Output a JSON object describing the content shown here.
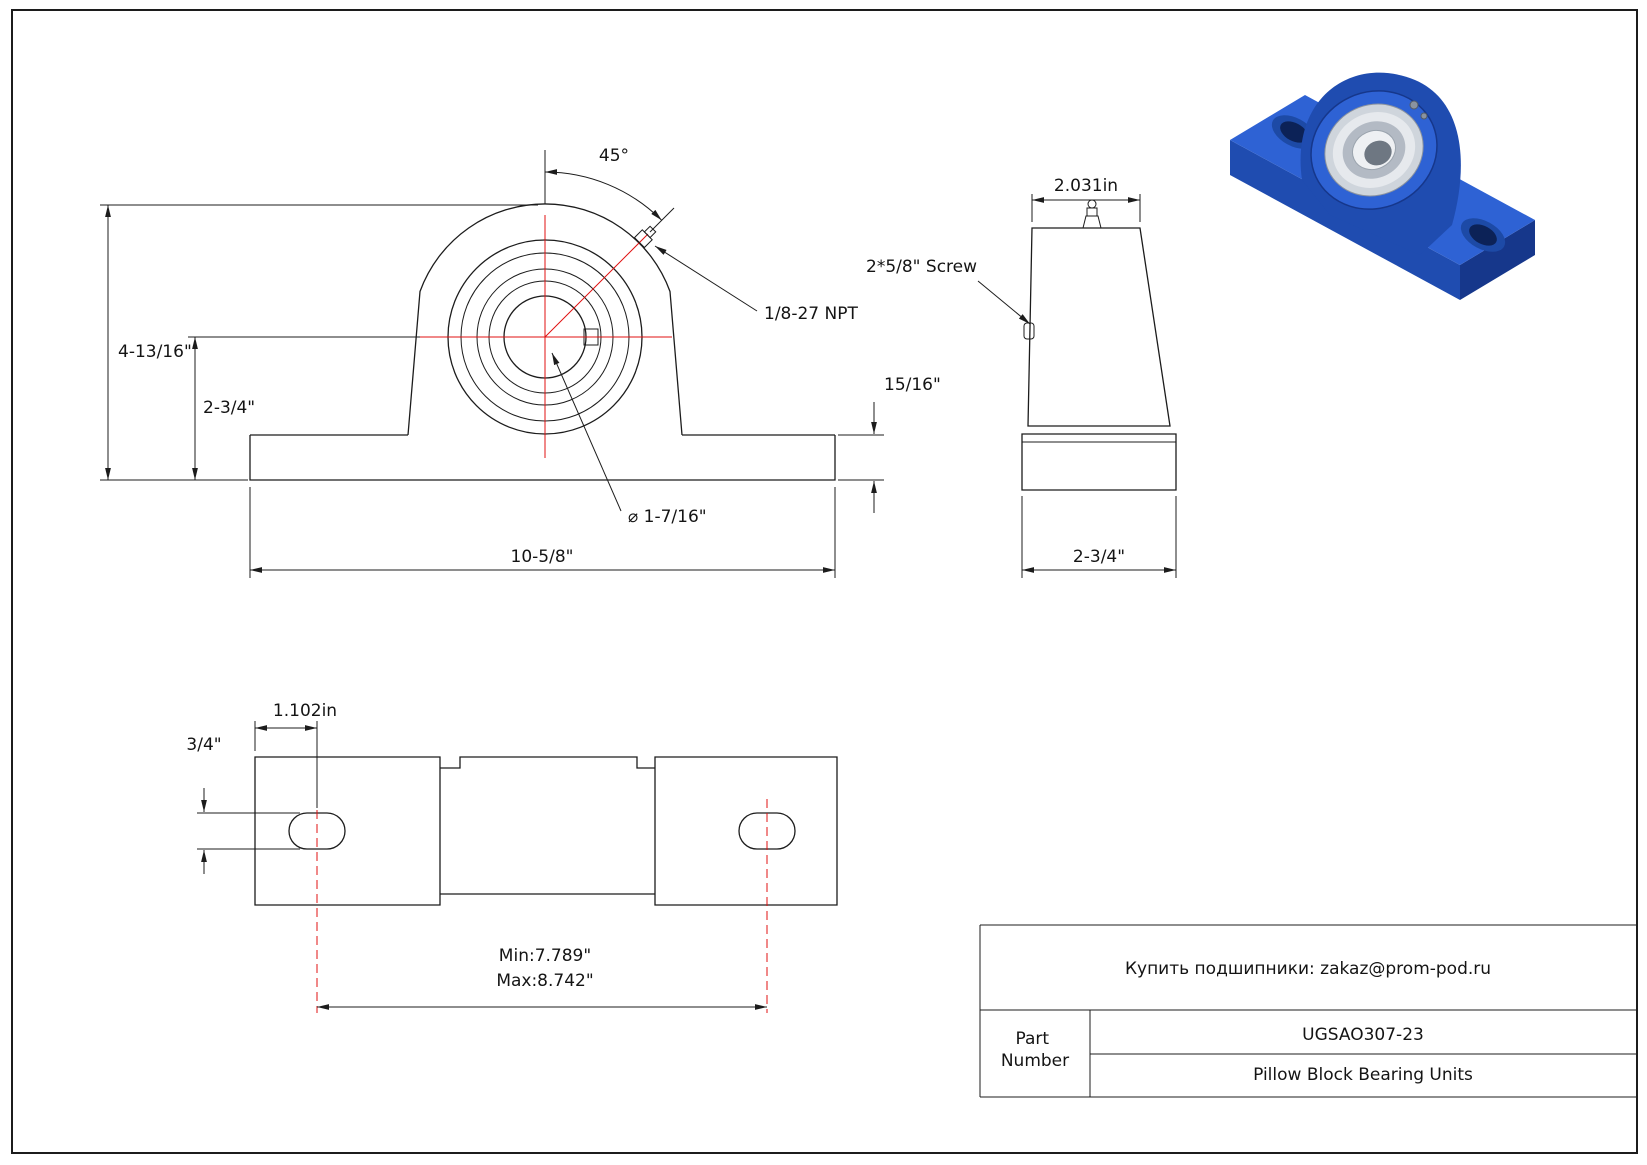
{
  "colors": {
    "paper": "#ffffff",
    "outline": "#1c1c1c",
    "centerline": "#e01010",
    "render_blue": "#2e62d4",
    "render_blue_dark": "#1f4cb0",
    "render_blue_deep": "#16378b",
    "render_silver": "#d8dde3",
    "render_silver_dark": "#9aa3ad"
  },
  "front_view": {
    "angle": "45°",
    "npt": "1/8-27 NPT",
    "bore_diameter": "⌀ 1-7/16\"",
    "total_height": "4-13/16\"",
    "center_height": "2-3/4\"",
    "base_thickness": "15/16\"",
    "base_length": "10-5/8\""
  },
  "side_view": {
    "top_width": "2.031in",
    "screw": "2*5/8\" Screw",
    "base_width": "2-3/4\""
  },
  "bottom_view": {
    "edge_to_hole": "1.102in",
    "slot_width": "3/4\"",
    "bolt_spacing_min": "Min:7.789\"",
    "bolt_spacing_max": "Max:8.742\""
  },
  "title_block": {
    "contact": "Купить подшипники: zakaz@prom-pod.ru",
    "part_label_line1": "Part",
    "part_label_line2": "Number",
    "part_number": "UGSAO307-23",
    "product_type": "Pillow Block Bearing Units"
  }
}
